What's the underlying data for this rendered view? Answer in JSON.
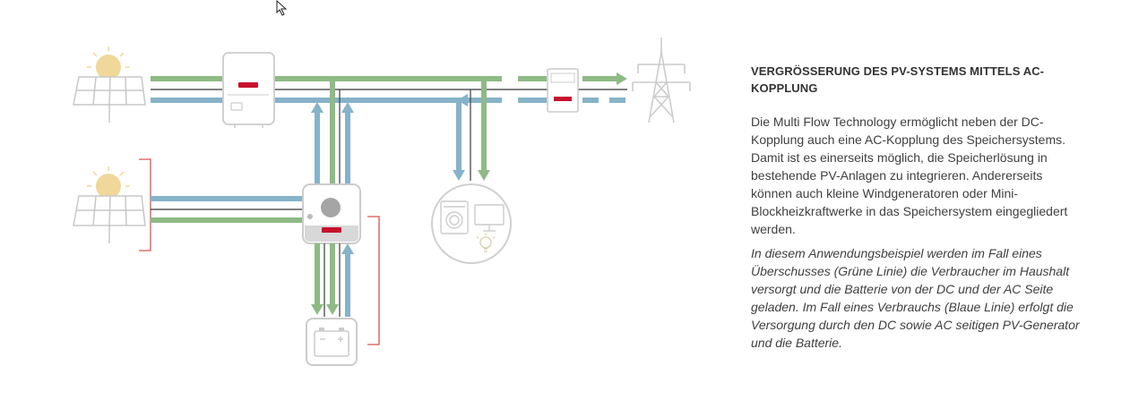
{
  "article": {
    "heading": "VERGRÖSSERUNG DES PV-SYSTEMS MITTELS AC-KOPPLUNG",
    "body": "Die Multi Flow Technology ermöglicht neben der DC-Kopplung auch eine AC-Kopplung des Speichersystems. Damit ist es einerseits möglich, die Speicherlösung in bestehende PV-Anlagen zu integrieren. Andererseits können auch kleine Windgeneratoren oder Mini-Blockheizkraftwerke in das Speichersystem eingegliedert werden.",
    "note": "In diesem Anwendungsbeispiel werden im Fall eines Überschusses (Grüne Linie) die Verbraucher im Haushalt versorgt und die Batterie von der DC und der AC Seite geladen. Im Fall eines Verbrauchs (Blaue Linie) erfolgt die Versorgung durch den DC sowie AC seitigen PV-Generator und die Batterie."
  },
  "diagram": {
    "colors": {
      "surplus_line": "#8fba85",
      "consumption_line": "#86b3c9",
      "ac_line": "#555555",
      "bracket": "#d9534f",
      "device_outline": "#cccccc",
      "sun": "#f0d89a",
      "brand_logo": "#c8102e"
    },
    "icons": [
      "sun-icon",
      "solar-panel-icon",
      "inverter-icon",
      "hybrid-inverter-icon",
      "battery-icon",
      "smart-meter-icon",
      "power-pylon-icon",
      "washing-machine-icon",
      "monitor-icon",
      "light-bulb-icon"
    ]
  }
}
